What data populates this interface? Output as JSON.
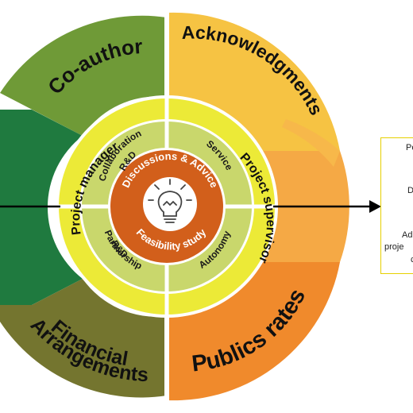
{
  "outer_ring": {
    "co_author": "Co-author",
    "acknowledgments": "Acknowledgments",
    "financial_line1": "Financial",
    "financial_line2": "Arrangements",
    "publics_rates": "Publics rates"
  },
  "middle_ring": {
    "project_manager": "Project manager",
    "project_supervisor": "Project supervisor"
  },
  "inner_ring": {
    "collaboration_line1": "Collaboration",
    "collaboration_line2": "R&D",
    "service": "Service",
    "partnership_line1": "Partnership",
    "partnership_line2": "R&D",
    "autonomy": "Autonomy"
  },
  "core": {
    "top_label": "Discussions & Advice",
    "bottom_label": "Feasibility study",
    "icon": "lightbulb-icon"
  },
  "side_box": {
    "line1": "Pe",
    "line2": "Do",
    "line3": "Ad",
    "line4": "proje",
    "line5": "c"
  },
  "colors": {
    "co_author": "#6f9a37",
    "acknowledgments": "#f6c343",
    "left_segment": "#1f7a3f",
    "financial": "#74752f",
    "publics_rates": "#f08a2c",
    "right_segment": "#f5a945",
    "middle_ring": "#ecea37",
    "inner_ring": "#c9d76c",
    "core": "#d25f1b"
  }
}
